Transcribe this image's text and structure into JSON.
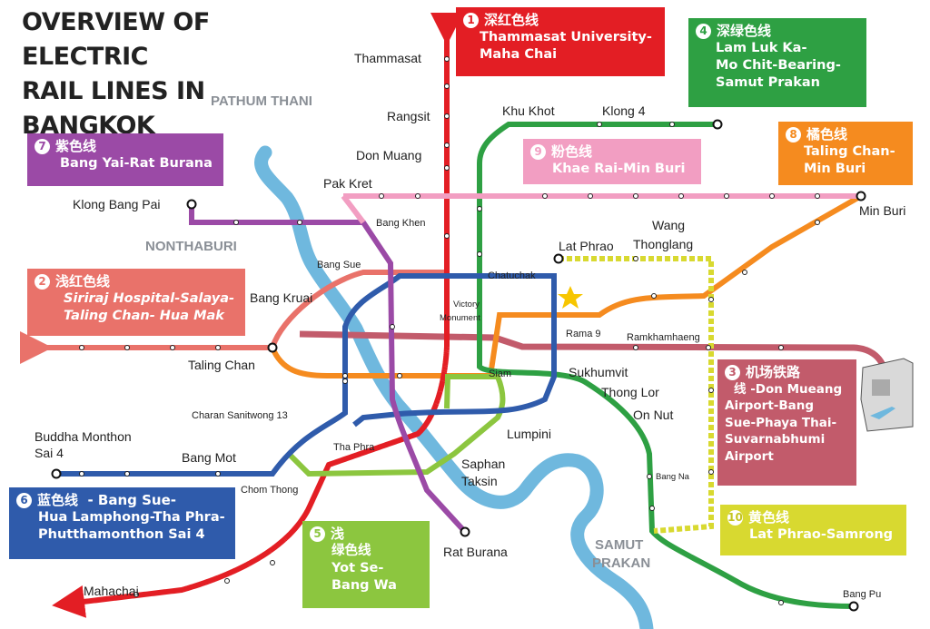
{
  "title": {
    "line1": "OVERVIEW OF ELECTRIC",
    "line2": "RAIL LINES IN BANGKOK"
  },
  "regions": {
    "pathum_thani": "PATHUM THANI",
    "nonthaburi": "NONTHABURI",
    "samut_prakan_1": "SAMUT",
    "samut_prakan_2": "PRAKAN"
  },
  "lines": [
    {
      "id": "1",
      "color": "#e31e24",
      "name_cn": "深红色线",
      "name_en": "Thammasat University-Maha Chai"
    },
    {
      "id": "2",
      "color": "#e9726a",
      "name_cn": "浅红色线",
      "name_en": "Siriraj Hospital-Salaya-Taling Chan- Hua Mak"
    },
    {
      "id": "3",
      "color": "#c25b6b",
      "name_cn": "机场铁路线",
      "name_en": "-Don Mueang Airport-Bang Sue-Phaya Thai-Suvarnabhumi Airport"
    },
    {
      "id": "4",
      "color": "#2ea043",
      "name_cn": "深绿色线",
      "name_en": "Lam Luk Ka-Mo Chit-Bearing-Samut Prakan"
    },
    {
      "id": "5",
      "color": "#8cc63f",
      "name_cn": "浅绿色线",
      "name_en": "Yot Se-Bang Wa"
    },
    {
      "id": "6",
      "color": "#2f5bab",
      "name_cn": "蓝色线",
      "name_en": "- Bang Sue-Hua Lamphong-Tha Phra-Phutthamonthon Sai 4"
    },
    {
      "id": "7",
      "color": "#9b4aa6",
      "name_cn": "紫色线",
      "name_en": "Bang Yai-Rat Burana"
    },
    {
      "id": "8",
      "color": "#f58b1f",
      "name_cn": "橘色线",
      "name_en": "Taling Chan-Min Buri"
    },
    {
      "id": "9",
      "color": "#f29ec2",
      "name_cn": "粉色线",
      "name_en": "Khae Rai-Min Buri"
    },
    {
      "id": "10",
      "color": "#d8d930",
      "name_cn": "黄色线",
      "name_en": "Lat Phrao-Samrong"
    }
  ],
  "box_text": {
    "l1_a": "Thammasat University-",
    "l1_b": "Maha Chai",
    "l4_a": "Lam Luk Ka-",
    "l4_b": "Mo Chit-Bearing-",
    "l4_c": "Samut Prakan",
    "l7_a": "Bang Yai-Rat Burana",
    "l9_a": "Khae Rai-Min Buri",
    "l8_a": "Taling Chan-",
    "l8_b": "Min Buri",
    "l2_a": "Siriraj Hospital-Salaya-",
    "l2_b": "Taling Chan- Hua Mak",
    "l3_cn1": "机场铁路",
    "l3_cn2": "线",
    "l3_a": "-Don Mueang",
    "l3_b": "Airport-Bang",
    "l3_c": "Sue-Phaya Thai-",
    "l3_d": "Suvarnabhumi",
    "l3_e": "Airport",
    "l5_cn1": "浅",
    "l5_cn2": "绿色线",
    "l5_a": "Yot Se-",
    "l5_b": "Bang Wa",
    "l6_a": "- Bang Sue-",
    "l6_b": "Hua Lamphong-Tha Phra-",
    "l6_c": "Phutthamonthon Sai 4",
    "l10_a": "Lat Phrao-Samrong"
  },
  "stations": {
    "thammasat": "Thammasat",
    "rangsit": "Rangsit",
    "don_muang": "Don Muang",
    "pak_kret": "Pak Kret",
    "khu_khot": "Khu Khot",
    "klong_4": "Klong 4",
    "klong_bang_pai": "Klong Bang Pai",
    "bang_khen": "Bang Khen",
    "bang_sue": "Bang Sue",
    "bang_kruai": "Bang Kruai",
    "chatuchak": "Chatuchak",
    "victory_1": "Victory",
    "victory_2": "Monument",
    "lat_phrao": "Lat Phrao",
    "wang_1": "Wang",
    "wang_2": "Thonglang",
    "min_buri": "Min Buri",
    "rama_9": "Rama 9",
    "ramkhamhaeng": "Ramkhamhaeng",
    "taling_chan": "Taling Chan",
    "siam": "Siam",
    "sukhumvit": "Sukhumvit",
    "thong_lor": "Thong Lor",
    "on_nut": "On Nut",
    "charan": "Charan Sanitwong 13",
    "lumpini": "Lumpini",
    "buddha_1": "Buddha Monthon",
    "buddha_2": "Sai 4",
    "bang_mot": "Bang Mot",
    "tha_phra": "Tha Phra",
    "saphan_1": "Saphan",
    "saphan_2": "Taksin",
    "chom_thong": "Chom Thong",
    "bang_na": "Bang Na",
    "rat_burana": "Rat Burana",
    "mahachai": "Mahachai",
    "bang_pu": "Bang Pu"
  }
}
